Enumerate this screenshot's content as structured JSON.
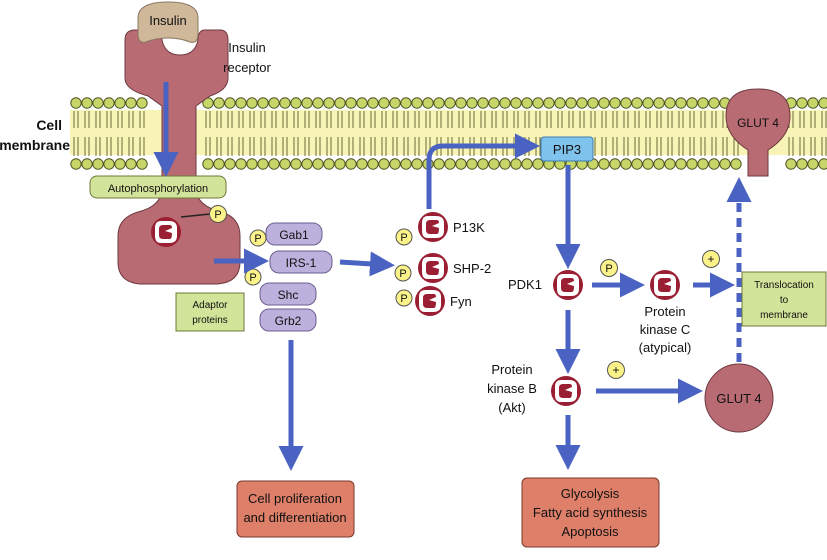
{
  "membrane": {
    "label_line1": "Cell",
    "label_line2": "membrane"
  },
  "receptor": {
    "insulin": "Insulin",
    "label_line1": "Insulin",
    "label_line2": "receptor",
    "autophosphorylation": "Autophosphorylation"
  },
  "adaptors": {
    "gab1": "Gab1",
    "irs1": "IRS-1",
    "shc": "Shc",
    "grb2": "Grb2",
    "label_line1": "Adaptor",
    "label_line2": "proteins"
  },
  "kinases": {
    "p13k": "P13K",
    "shp2": "SHP-2",
    "fyn": "Fyn"
  },
  "phospho": "P",
  "plus": "+",
  "pip3": "PIP3",
  "pdk1": "PDK1",
  "pkc": {
    "line1": "Protein",
    "line2": "kinase C",
    "line3": "(atypical)"
  },
  "pkb": {
    "line1": "Protein",
    "line2": "kinase B",
    "line3": "(Akt)"
  },
  "glut4_membrane": "GLUT 4",
  "glut4_vesicle": "GLUT 4",
  "translocation": {
    "line1": "Translocation",
    "line2": "to",
    "line3": "membrane"
  },
  "outcomes": {
    "proliferation_line1": "Cell proliferation",
    "proliferation_line2": "and differentiation",
    "metabolic_line1": "Glycolysis",
    "metabolic_line2": "Fatty acid synthesis",
    "metabolic_line3": "Apoptosis"
  },
  "colors": {
    "receptor": "#b86b73",
    "insulin": "#cfb79a",
    "label_green": "#d2e39a",
    "adaptor_purple": "#bcb0dc",
    "phospho_yellow": "#fbf28a",
    "pip3_blue": "#7fc3ec",
    "arrow_blue": "#4a62c2",
    "kinase_red": "#9a1f32",
    "outcome_salmon": "#de7f6a",
    "lipid_head": "#c7d669"
  }
}
